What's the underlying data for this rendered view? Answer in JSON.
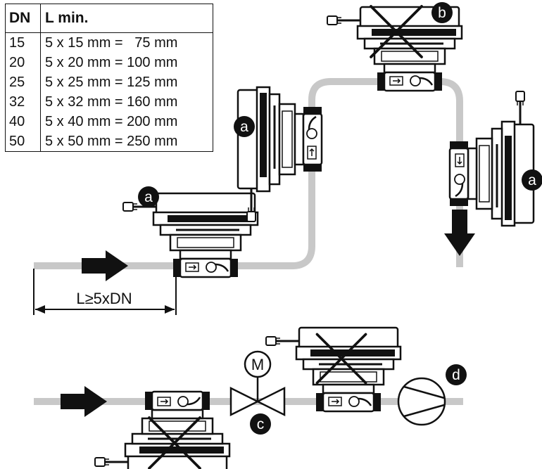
{
  "table": {
    "headers": [
      "DN",
      "L min."
    ],
    "rows": [
      {
        "dn": "15",
        "lmin": "5 x 15 mm =   75 mm"
      },
      {
        "dn": "20",
        "lmin": "5 x 20 mm = 100 mm"
      },
      {
        "dn": "25",
        "lmin": "5 x 25 mm = 125 mm"
      },
      {
        "dn": "32",
        "lmin": "5 x 32 mm = 160 mm"
      },
      {
        "dn": "40",
        "lmin": "5 x 40 mm = 200 mm"
      },
      {
        "dn": "50",
        "lmin": "5 x 50 mm = 250 mm"
      }
    ]
  },
  "dimension_label": "L≥5xDN",
  "markers": {
    "a": "a",
    "b": "b",
    "c": "c",
    "d": "d"
  },
  "motor_symbol": "M",
  "icons": [
    "flow-arrow-icon",
    "wrong-cross-icon",
    "motorized-valve-icon",
    "pump-icon",
    "heat-meter-icon"
  ]
}
